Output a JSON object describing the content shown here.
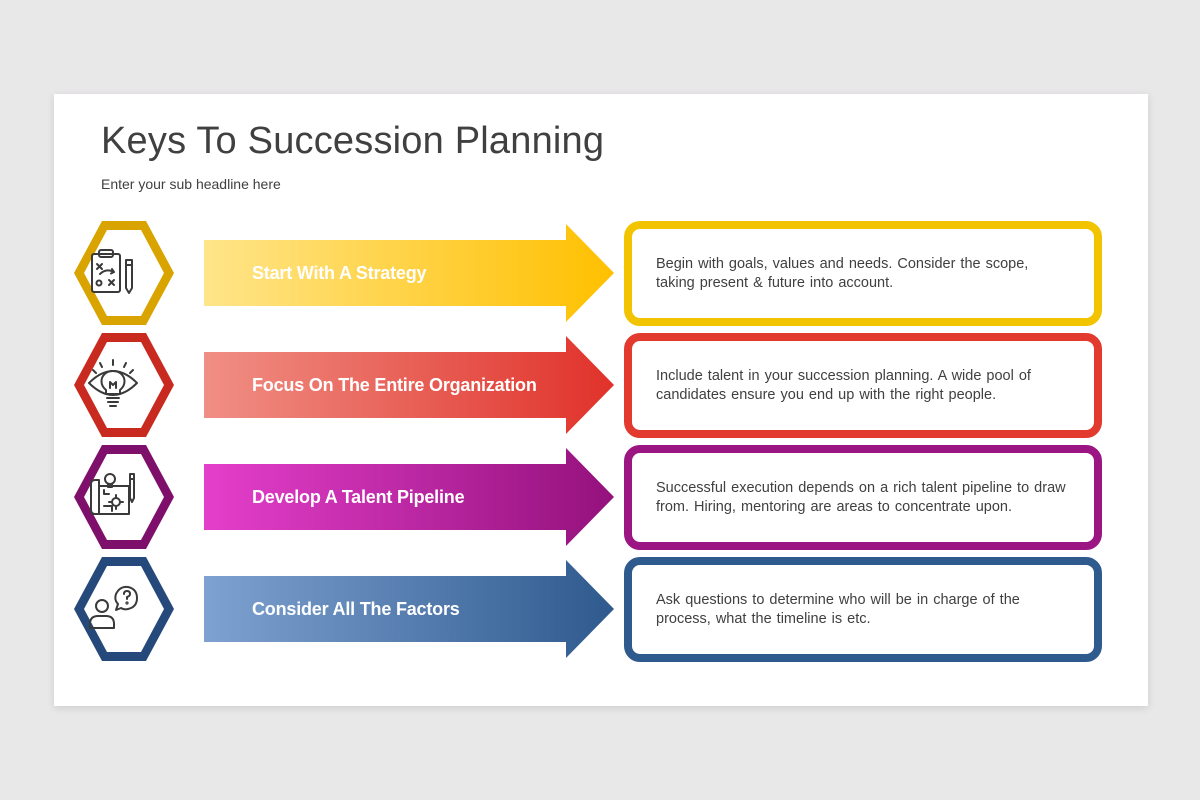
{
  "title": "Keys To Succession Planning",
  "subtitle": "Enter your sub headline here",
  "items": [
    {
      "label": "Start With A Strategy",
      "description": "Begin with goals, values and needs. Consider the scope, taking present & future into account.",
      "icon": "strategy-clipboard-icon",
      "color": "#f2c400",
      "hex_dark": "#d9a400",
      "grad_start": "#ffe58a",
      "grad_end": "#ffc000"
    },
    {
      "label": "Focus On The Entire Organization",
      "description": "Include talent in your succession planning.  A wide pool of candidates ensure you end up with the right people.",
      "icon": "lightbulb-eye-icon",
      "color": "#e23a2e",
      "hex_dark": "#c92a1f",
      "grad_start": "#f08f85",
      "grad_end": "#e0322a"
    },
    {
      "label": "Develop A Talent Pipeline",
      "description": "Successful execution depends on a rich talent pipeline to draw from. Hiring, mentoring are areas to concentrate upon.",
      "icon": "blueprint-icon",
      "color": "#9b1583",
      "hex_dark": "#7e0f6b",
      "grad_start": "#e43fcb",
      "grad_end": "#94117c"
    },
    {
      "label": "Consider All The Factors",
      "description": "Ask questions to determine who will be in charge of the process, what the timeline is etc.",
      "icon": "person-question-icon",
      "color": "#2f5a8e",
      "hex_dark": "#25497a",
      "grad_start": "#7ea2d1",
      "grad_end": "#2f5a8e"
    }
  ]
}
